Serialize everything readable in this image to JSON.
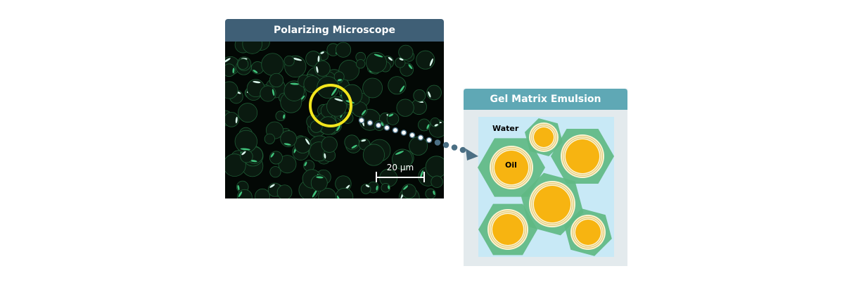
{
  "microscope": {
    "title": "Polarizing Microscope",
    "scale_bar_label": "20 μm"
  },
  "gel_panel": {
    "title": "Gel Matrix Emulsion",
    "water_label": "Water",
    "oil_label": "Oil"
  },
  "colors": {
    "microscope_header": "#3f5f76",
    "gel_header": "#5fa8b5",
    "water": "#c8e9f6",
    "gel_shell": "#5fb983",
    "oil": "#f7b411",
    "highlight_circle": "#f2e51d",
    "connector_dots": "#4b6f84"
  }
}
